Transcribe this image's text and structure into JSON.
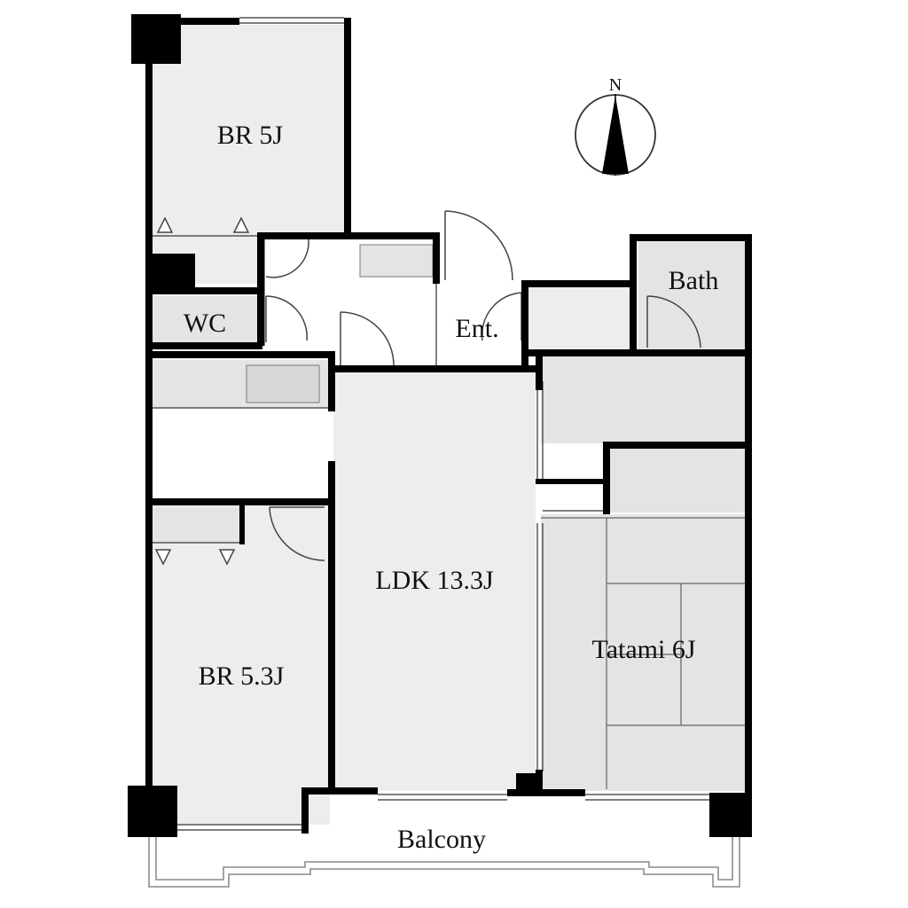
{
  "plan": {
    "rooms": {
      "br_top": "BR 5J",
      "wc": "WC",
      "entrance": "Ent.",
      "bath": "Bath",
      "ldk": "LDK 13.3J",
      "br_bottom": "BR 5.3J",
      "tatami": "Tatami 6J",
      "balcony": "Balcony"
    },
    "compass": {
      "label": "N"
    },
    "colors": {
      "wall": "#000000",
      "floor_gray": "#ededed",
      "tatami_gray": "#e4e4e4",
      "line": "#555555",
      "balcony_line": "#9a9a9a"
    }
  }
}
